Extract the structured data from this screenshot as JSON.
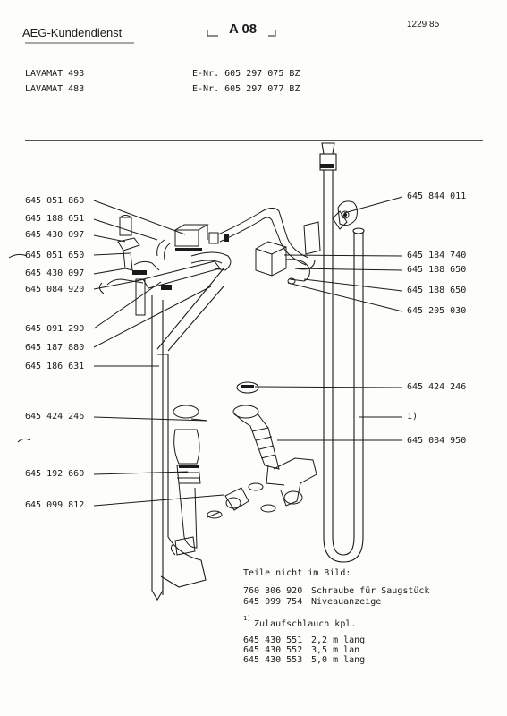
{
  "header": {
    "brand": "AEG-Kundendienst",
    "page_code": "A 08",
    "date_code": "1229 85"
  },
  "models": [
    {
      "name": "LAVAMAT 493",
      "enr": "E-Nr. 605 297 075 BZ"
    },
    {
      "name": "LAVAMAT 483",
      "enr": "E-Nr. 605 297 077 BZ"
    }
  ],
  "callouts_left": [
    "645 051 860",
    "645 188 651",
    "645 430 097",
    "645 051 650",
    "645 430 097",
    "645 084 920",
    "645 091 290",
    "645 187 880",
    "645 186 631",
    "645 424 246",
    "645 192 660",
    "645 099 812"
  ],
  "callouts_right": [
    "645 844 011",
    "645 184 740",
    "645 188 650",
    "645 188 650",
    "645 205 030",
    "645 424 246",
    "1)",
    "645 084 950"
  ],
  "notes": {
    "heading": "Teile nicht im Bild:",
    "items": [
      {
        "number": "760 306 920",
        "text": "Schraube für Saugstück"
      },
      {
        "number": "645 099 754",
        "text": "Niveauanzeige"
      }
    ],
    "footnote_mark": "1)",
    "footnote_title": "Zulaufschlauch kpl.",
    "hose_options": [
      {
        "number": "645 430 551",
        "text": "2,2 m lang"
      },
      {
        "number": "645 430 552",
        "text": "3,5 m lan"
      },
      {
        "number": "645 430 553",
        "text": "5,0 m lang"
      }
    ]
  }
}
